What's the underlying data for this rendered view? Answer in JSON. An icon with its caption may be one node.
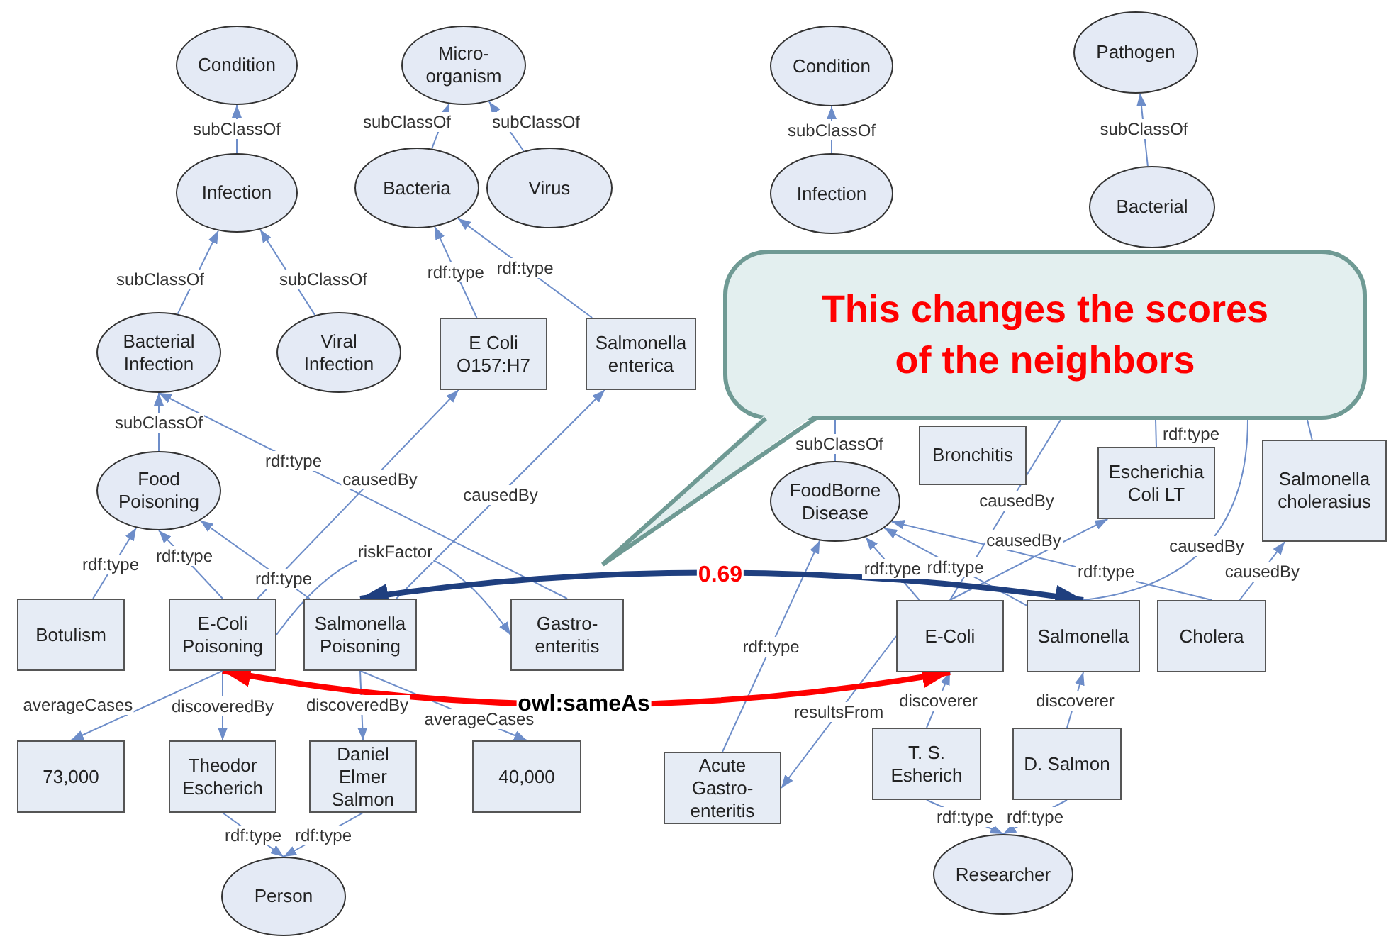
{
  "diagram": {
    "nodes": [
      {
        "text": [
          "Condition"
        ]
      },
      {
        "text": [
          "Micro-organism"
        ]
      },
      {
        "text": [
          "Infection"
        ]
      },
      {
        "text": [
          "Bacteria"
        ]
      },
      {
        "text": [
          "Virus"
        ]
      },
      {
        "text": [
          "Bacterial Infection"
        ]
      },
      {
        "text": [
          "Viral Infection"
        ]
      },
      {
        "text": [
          "E Coli O157:H7"
        ]
      },
      {
        "text": [
          "Salmonella enterica"
        ]
      },
      {
        "text": [
          "Food Poisoning"
        ]
      },
      {
        "text": [
          "Botulism"
        ]
      },
      {
        "text": [
          "E-Coli Poisoning"
        ]
      },
      {
        "text": [
          "Salmonella Poisoning"
        ]
      },
      {
        "text": [
          "Gastro-enteritis"
        ]
      },
      {
        "text": [
          "73,000"
        ]
      },
      {
        "text": [
          "Theodor Escherich"
        ]
      },
      {
        "text": [
          "Daniel Elmer Salmon"
        ]
      },
      {
        "text": [
          "40,000"
        ]
      },
      {
        "text": [
          "Person"
        ]
      },
      {
        "text": [
          "Condition"
        ]
      },
      {
        "text": [
          "Pathogen"
        ]
      },
      {
        "text": [
          "Infection"
        ]
      },
      {
        "text": [
          "Bacterial"
        ]
      },
      {
        "text": [
          "Bronchitis"
        ]
      },
      {
        "text": [
          "FoodBorne Disease"
        ]
      },
      {
        "text": [
          "Escherichia Coli LT"
        ]
      },
      {
        "text": [
          "Salmonella cholerasius"
        ]
      },
      {
        "text": [
          "E-Coli"
        ]
      },
      {
        "text": [
          "Salmonella"
        ]
      },
      {
        "text": [
          "Cholera"
        ]
      },
      {
        "text": [
          "Acute Gastro-enteritis"
        ]
      },
      {
        "text": [
          "T. S. Esherich"
        ]
      },
      {
        "text": [
          "D. Salmon"
        ]
      },
      {
        "text": [
          "Researcher"
        ]
      },
      {
        "text": [
          "This changes the scores of the neighbors"
        ]
      }
    ],
    "edges": [
      {
        "from": 2,
        "to": 0,
        "arrow": "to",
        "label": "subClassOf"
      },
      {
        "from": 3,
        "to": 1,
        "arrow": "to",
        "label": "subClassOf"
      },
      {
        "from": 4,
        "to": 1,
        "arrow": "to",
        "label": "subClassOf"
      },
      {
        "from": 5,
        "to": 2,
        "arrow": "to",
        "label": "subClassOf"
      },
      {
        "from": 6,
        "to": 2,
        "arrow": "to",
        "label": "subClassOf"
      },
      {
        "from": 7,
        "to": 3,
        "arrow": "to",
        "label": "rdf:type"
      },
      {
        "from": 8,
        "to": 3,
        "arrow": "to",
        "label": "rdf:type"
      },
      {
        "from": 9,
        "to": 5,
        "arrow": "to",
        "label": "subClassOf"
      },
      {
        "from": 13,
        "to": 5,
        "arrow": "to",
        "label": "rdf:type"
      },
      {
        "from": 11,
        "to": 7,
        "arrow": "to",
        "label": "causedBy"
      },
      {
        "from": 12,
        "to": 8,
        "arrow": "to",
        "label": "causedBy"
      },
      {
        "from": 10,
        "to": 9,
        "arrow": "to",
        "label": "rdf:type"
      },
      {
        "from": 11,
        "to": 9,
        "arrow": "to",
        "label": "rdf:type"
      },
      {
        "from": 12,
        "to": 9,
        "arrow": "to",
        "label": "rdf:type"
      },
      {
        "from": 11,
        "to": 13,
        "arrow": "to",
        "label": "riskFactor"
      },
      {
        "from": 11,
        "to": 14,
        "arrow": "to",
        "label": "averageCases"
      },
      {
        "from": 11,
        "to": 15,
        "arrow": "to",
        "label": "discoveredBy"
      },
      {
        "from": 12,
        "to": 16,
        "arrow": "to",
        "label": "discoveredBy"
      },
      {
        "from": 12,
        "to": 17,
        "arrow": "to",
        "label": "averageCases"
      },
      {
        "from": 15,
        "to": 18,
        "arrow": "to",
        "label": "rdf:type"
      },
      {
        "from": 16,
        "to": 18,
        "arrow": "to",
        "label": "rdf:type"
      },
      {
        "from": 21,
        "to": 19,
        "arrow": "to",
        "label": "subClassOf"
      },
      {
        "from": 22,
        "to": 20,
        "arrow": "to",
        "label": "subClassOf"
      },
      {
        "from": 24,
        "to": 34,
        "arrow": "none",
        "label": "subClassOf"
      },
      {
        "from": 30,
        "to": 24,
        "arrow": "to",
        "label": "rdf:type"
      },
      {
        "from": 27,
        "to": 24,
        "arrow": "to",
        "label": "rdf:type"
      },
      {
        "from": 28,
        "to": 24,
        "arrow": "to",
        "label": "rdf:type"
      },
      {
        "from": 29,
        "to": 24,
        "arrow": "to",
        "label": "rdf:type"
      },
      {
        "from": 27,
        "to": 34,
        "arrow": "none",
        "label": "causedBy"
      },
      {
        "from": 27,
        "to": 25,
        "arrow": "to",
        "label": "causedBy"
      },
      {
        "from": 28,
        "to": 34,
        "arrow": "none",
        "label": "causedBy"
      },
      {
        "from": 29,
        "to": 26,
        "arrow": "to",
        "label": "causedBy"
      },
      {
        "from": 25,
        "to": 34,
        "arrow": "none",
        "label": "rdf:type"
      },
      {
        "from": 26,
        "to": 34,
        "arrow": "none"
      },
      {
        "from": 27,
        "to": 30,
        "arrow": "to",
        "label": "resultsFrom"
      },
      {
        "from": 31,
        "to": 27,
        "arrow": "to",
        "label": "discoverer"
      },
      {
        "from": 32,
        "to": 28,
        "arrow": "to",
        "label": "discoverer"
      },
      {
        "from": 31,
        "to": 33,
        "arrow": "to",
        "label": "rdf:type"
      },
      {
        "from": 32,
        "to": 33,
        "arrow": "to",
        "label": "rdf:type"
      },
      {
        "from": 12,
        "to": 28,
        "arrow": "both",
        "label": "0.69",
        "style": "thick",
        "color": "#1f3f7f"
      },
      {
        "from": 27,
        "to": 11,
        "arrow": "both",
        "label": "owl:sameAs",
        "style": "thick",
        "color": "#ff0000"
      }
    ]
  }
}
